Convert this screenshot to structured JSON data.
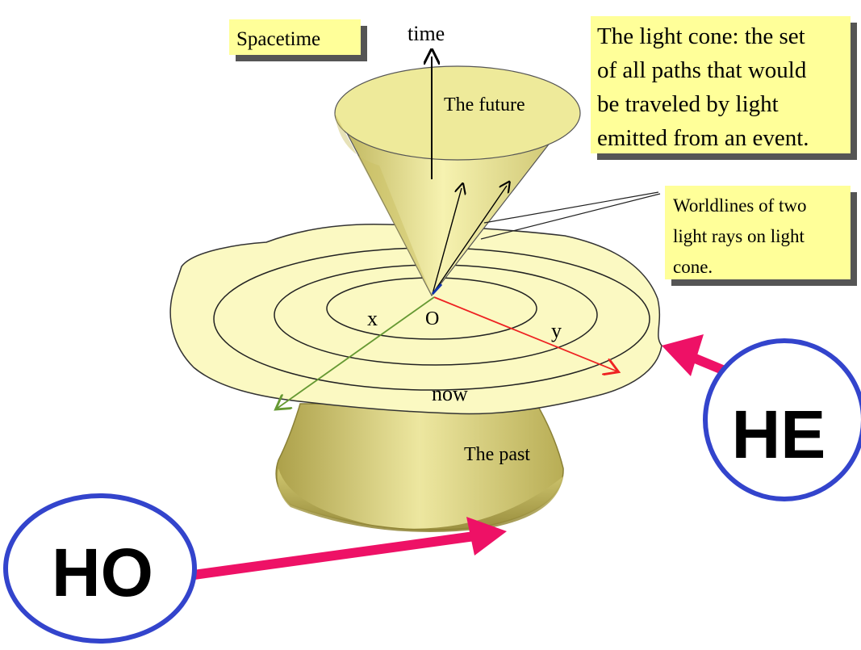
{
  "labels": {
    "spacetime": "Spacetime",
    "time_axis": "time",
    "future": "The future",
    "past": "The past",
    "now": "now",
    "x_axis": "x",
    "y_axis": "y",
    "origin": "O"
  },
  "callouts": {
    "light_cone": [
      "The light cone: the set",
      "of all paths that would",
      "be traveled by light",
      "emitted from an event."
    ],
    "worldlines": [
      "Worldlines of two",
      "light rays on light",
      "cone."
    ]
  },
  "markers": {
    "he": "HE",
    "ho": "HO"
  },
  "colors": {
    "note_fill": "#ffff99",
    "cone_fill": "#f0ec9e",
    "plane_fill": "#fbf9c2",
    "x_axis": "#669933",
    "y_axis": "#ee2222",
    "marker_ring": "#3344cc",
    "marker_arrow": "#ee1166"
  }
}
